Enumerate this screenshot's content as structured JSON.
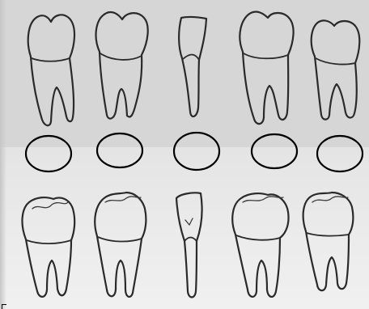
{
  "worksheet": {
    "top_row": [
      {
        "name": "upper-molar-1"
      },
      {
        "name": "upper-molar-2"
      },
      {
        "name": "upper-incisor"
      },
      {
        "name": "upper-molar-3"
      },
      {
        "name": "upper-molar-4"
      }
    ],
    "answer_blanks": [
      {
        "value": ""
      },
      {
        "value": ""
      },
      {
        "value": ""
      },
      {
        "value": ""
      },
      {
        "value": ""
      }
    ],
    "bottom_row": [
      {
        "name": "lower-molar-1"
      },
      {
        "name": "lower-molar-2"
      },
      {
        "name": "lower-incisor"
      },
      {
        "name": "lower-molar-3"
      },
      {
        "name": "lower-molar-4"
      }
    ],
    "colors": {
      "ink": "#2a2a2a",
      "paper_top": "#d6d6d6",
      "paper_bottom": "#ececec"
    }
  }
}
